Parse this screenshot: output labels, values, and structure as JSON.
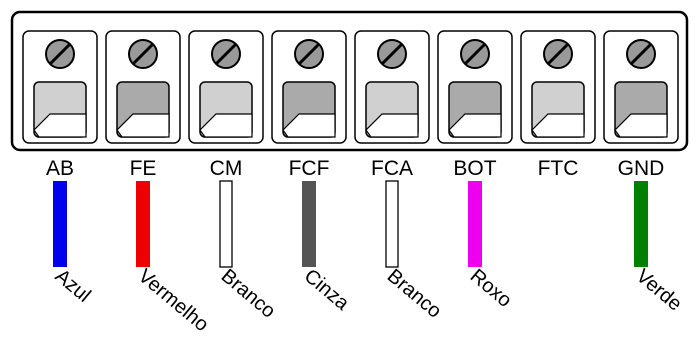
{
  "terminals": [
    {
      "label": "AB",
      "wire_color_name": "Azul",
      "wire_fill": "#0000ee",
      "wire_style": "solid",
      "tab_shade": "light"
    },
    {
      "label": "FE",
      "wire_color_name": "Vermelho",
      "wire_fill": "#ee0000",
      "wire_style": "solid",
      "tab_shade": "dark"
    },
    {
      "label": "CM",
      "wire_color_name": "Branco",
      "wire_fill": "#ffffff",
      "wire_style": "outline",
      "tab_shade": "light"
    },
    {
      "label": "FCF",
      "wire_color_name": "Cinza",
      "wire_fill": "#555555",
      "wire_style": "solid",
      "tab_shade": "dark"
    },
    {
      "label": "FCA",
      "wire_color_name": "Branco",
      "wire_fill": "#ffffff",
      "wire_style": "outline",
      "tab_shade": "light"
    },
    {
      "label": "BOT",
      "wire_color_name": "Roxo",
      "wire_fill": "#ee00ee",
      "wire_style": "solid",
      "tab_shade": "dark"
    },
    {
      "label": "FTC",
      "wire_color_name": "",
      "wire_fill": "",
      "wire_style": "none",
      "tab_shade": "light"
    },
    {
      "label": "GND",
      "wire_color_name": "Verde",
      "wire_fill": "#008000",
      "wire_style": "solid",
      "tab_shade": "dark"
    }
  ],
  "colors": {
    "tab_light": "#d0d0d0",
    "tab_dark": "#aaaaaa",
    "screw": "#999999",
    "outline": "#000000"
  }
}
